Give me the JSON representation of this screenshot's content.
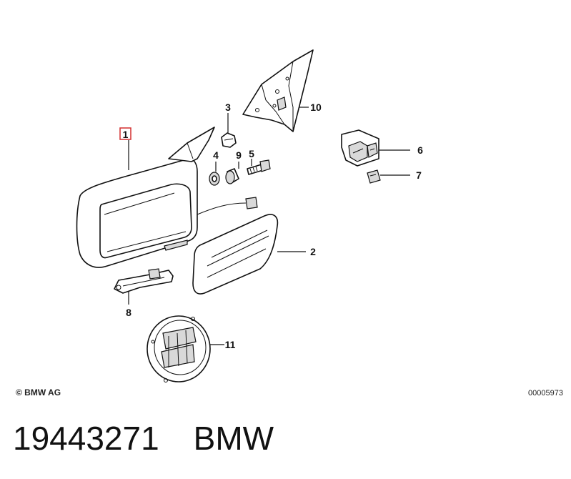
{
  "diagram": {
    "callouts": [
      {
        "id": "1",
        "label": "1",
        "highlighted": true
      },
      {
        "id": "2",
        "label": "2"
      },
      {
        "id": "3",
        "label": "3"
      },
      {
        "id": "4",
        "label": "4"
      },
      {
        "id": "5",
        "label": "5"
      },
      {
        "id": "6",
        "label": "6"
      },
      {
        "id": "7",
        "label": "7"
      },
      {
        "id": "8",
        "label": "8"
      },
      {
        "id": "9",
        "label": "9"
      },
      {
        "id": "10",
        "label": "10"
      },
      {
        "id": "11",
        "label": "11"
      }
    ],
    "highlight_color": "#d32f2f"
  },
  "footer": {
    "copyright": "© BMW AG",
    "diagram_number": "00005973"
  },
  "caption": {
    "part_number": "19443271",
    "brand": "BMW"
  }
}
